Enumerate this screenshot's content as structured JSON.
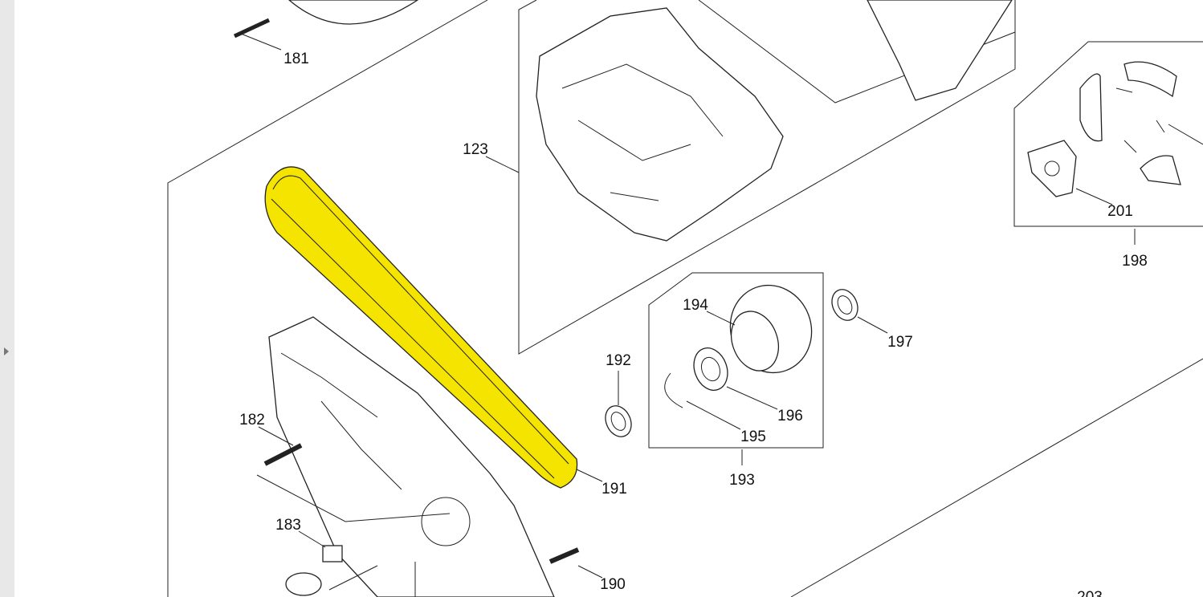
{
  "viewer": {
    "expand_icon": "triangle-right-icon"
  },
  "diagram": {
    "highlight_color": "#f5e400",
    "callouts": {
      "p181": "181",
      "p123": "123",
      "p201": "201",
      "p198": "198",
      "p194": "194",
      "p197": "197",
      "p192": "192",
      "p196": "196",
      "p195": "195",
      "p193": "193",
      "p191": "191",
      "p182": "182",
      "p183": "183",
      "p190": "190",
      "p203": "203"
    }
  }
}
